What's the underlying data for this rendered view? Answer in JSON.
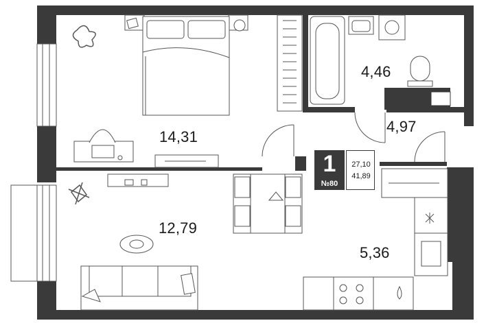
{
  "rooms": [
    {
      "name": "bedroom",
      "area": "14,31"
    },
    {
      "name": "bathroom",
      "area": "4,46"
    },
    {
      "name": "hallway",
      "area": "4,97"
    },
    {
      "name": "living-room",
      "area": "12,79"
    },
    {
      "name": "kitchen",
      "area": "5,36"
    }
  ],
  "badge": {
    "rooms_count": "1",
    "apartment_number": "№80",
    "living_area": "27,10",
    "total_area": "41,89"
  },
  "colors": {
    "wall": "#3a3a3a",
    "line": "#555555",
    "furniture_fill": "#ffffff"
  }
}
